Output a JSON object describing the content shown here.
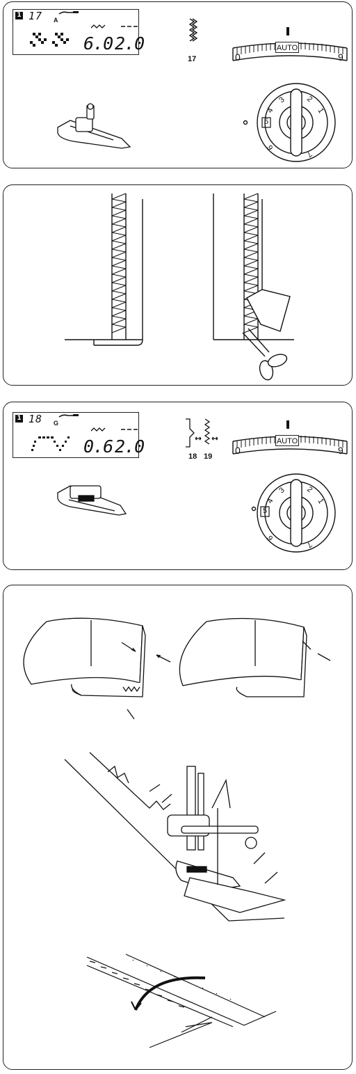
{
  "panel1": {
    "memory_label": "1",
    "pattern_number": "17",
    "foot_letter": "A",
    "width_value": "6.0",
    "length_value": "2.0",
    "stitch_number": "17",
    "auto_label": "AUTO",
    "dial_min": "0",
    "dial_max": "9",
    "tension_value": "5"
  },
  "panel3": {
    "memory_label": "1",
    "pattern_number": "18",
    "foot_letter": "G",
    "width_value": "0.6",
    "length_value": "2.0",
    "stitch_numbers": [
      "18",
      "19"
    ],
    "auto_label": "AUTO",
    "dial_min": "0",
    "dial_max": "9",
    "tension_value": "5"
  }
}
